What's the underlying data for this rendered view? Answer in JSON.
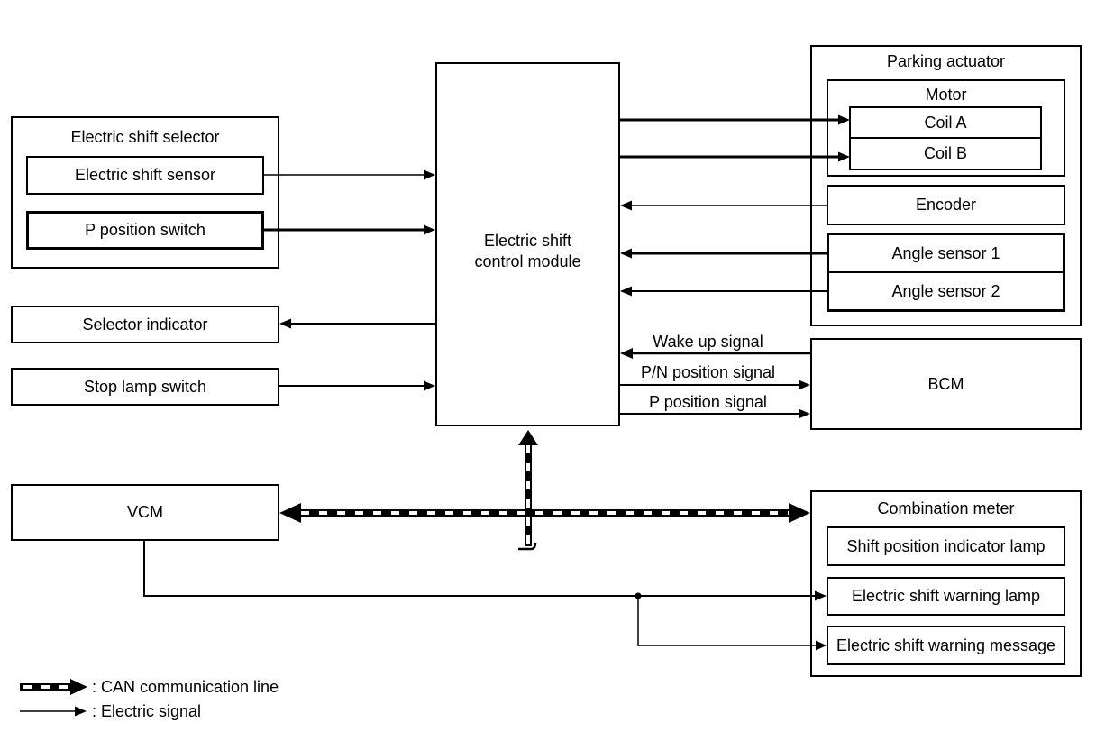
{
  "blocks": {
    "electric_shift_selector": {
      "title": "Electric shift selector"
    },
    "electric_shift_sensor": {
      "label": "Electric shift sensor"
    },
    "p_position_switch": {
      "label": "P position switch"
    },
    "selector_indicator": {
      "label": "Selector indicator"
    },
    "stop_lamp_switch": {
      "label": "Stop lamp switch"
    },
    "vcm": {
      "label": "VCM"
    },
    "control_module": {
      "line1": "Electric shift",
      "line2": "control module"
    },
    "parking_actuator": {
      "title": "Parking actuator"
    },
    "motor": {
      "title": "Motor"
    },
    "coil_a": {
      "label": "Coil A"
    },
    "coil_b": {
      "label": "Coil B"
    },
    "encoder": {
      "label": "Encoder"
    },
    "angle_sensor_1": {
      "label": "Angle sensor 1"
    },
    "angle_sensor_2": {
      "label": "Angle sensor 2"
    },
    "bcm": {
      "label": "BCM"
    },
    "combination_meter": {
      "title": "Combination meter"
    },
    "shift_position_indicator_lamp": {
      "label": "Shift position indicator lamp"
    },
    "electric_shift_warning_lamp": {
      "label": "Electric shift warning lamp"
    },
    "electric_shift_warning_message": {
      "label": "Electric shift warning message"
    }
  },
  "signal_labels": {
    "wake_up": "Wake up signal",
    "pn_position": "P/N position signal",
    "p_position": "P position signal"
  },
  "legend": {
    "can": ": CAN communication line",
    "electric": ": Electric signal"
  },
  "colors": {
    "line": "#000000",
    "background": "#ffffff"
  }
}
